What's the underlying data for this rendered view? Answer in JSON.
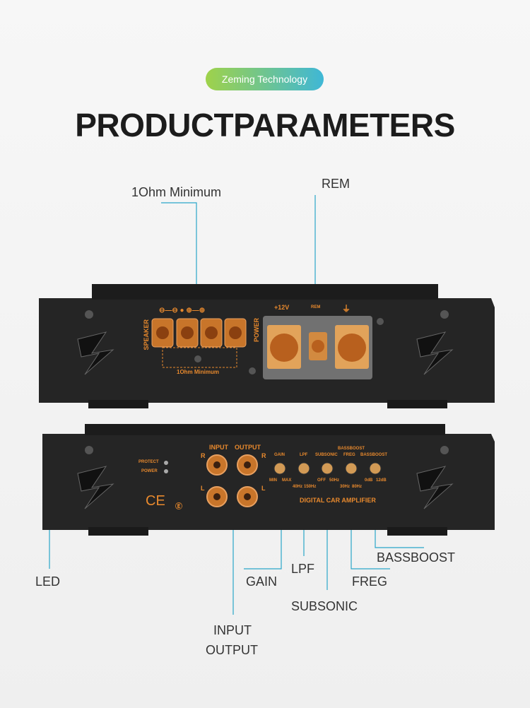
{
  "badge": "Zeming Technology",
  "title": "PRODUCTPARAMETERS",
  "callouts": {
    "ohm_min": "1Ohm Minimum",
    "rem": "REM",
    "led": "LED",
    "gain": "GAIN",
    "lpf": "LPF",
    "freg": "FREG",
    "bassboost": "BASSBOOST",
    "subsonic": "SUBSONIC",
    "input": "INPUT",
    "output": "OUTPUT"
  },
  "top_panel": {
    "speaker": "SPEAKER",
    "power": "POWER",
    "ohm_min": "1Ohm Minimum",
    "v12": "+12V",
    "rem": "REM"
  },
  "bottom_panel": {
    "protect": "PROTECT",
    "power": "POWER",
    "input": "INPUT",
    "output": "OUTPUT",
    "r": "R",
    "l": "L",
    "gain": "GAIN",
    "lpf": "LPF",
    "subsonic": "SUBSONIC",
    "bassboost_top": "BASSBOOST",
    "freg": "FREG",
    "bassboost": "BASSBOOST",
    "min": "MIN",
    "max": "MAX",
    "hz40": "40Hz",
    "hz150": "150Hz",
    "off": "OFF",
    "hz50": "50Hz",
    "hz30": "30Hz",
    "hz80": "80Hz",
    "db0": "0dB",
    "db12": "12dB",
    "model": "DIGITAL CAR AMPLIFIER",
    "ce": "CE"
  },
  "colors": {
    "accent": "#e8892d",
    "line": "#2aa6c9",
    "body": "#262626"
  }
}
